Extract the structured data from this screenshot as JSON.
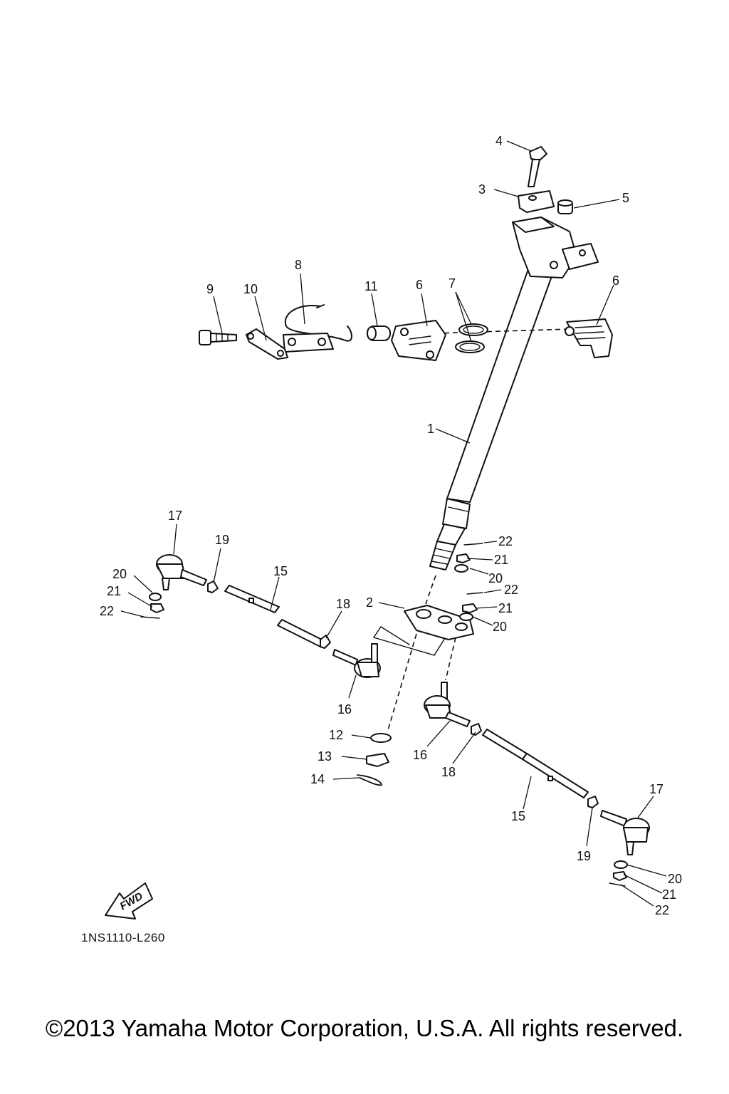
{
  "callouts": {
    "c1": "1",
    "c2": "2",
    "c3": "3",
    "c4": "4",
    "c5": "5",
    "c6": "6",
    "c7": "7",
    "c8": "8",
    "c9": "9",
    "c10": "10",
    "c11": "11",
    "c12": "12",
    "c13": "13",
    "c14": "14",
    "c15": "15",
    "c16": "16",
    "c17": "17",
    "c18": "18",
    "c19": "19",
    "c20": "20",
    "c21": "21",
    "c22": "22"
  },
  "fwd_label": "FWD",
  "diagram_code": "1NS1110-L260",
  "copyright": "©2013 Yamaha Motor Corporation, U.S.A. All rights reserved."
}
